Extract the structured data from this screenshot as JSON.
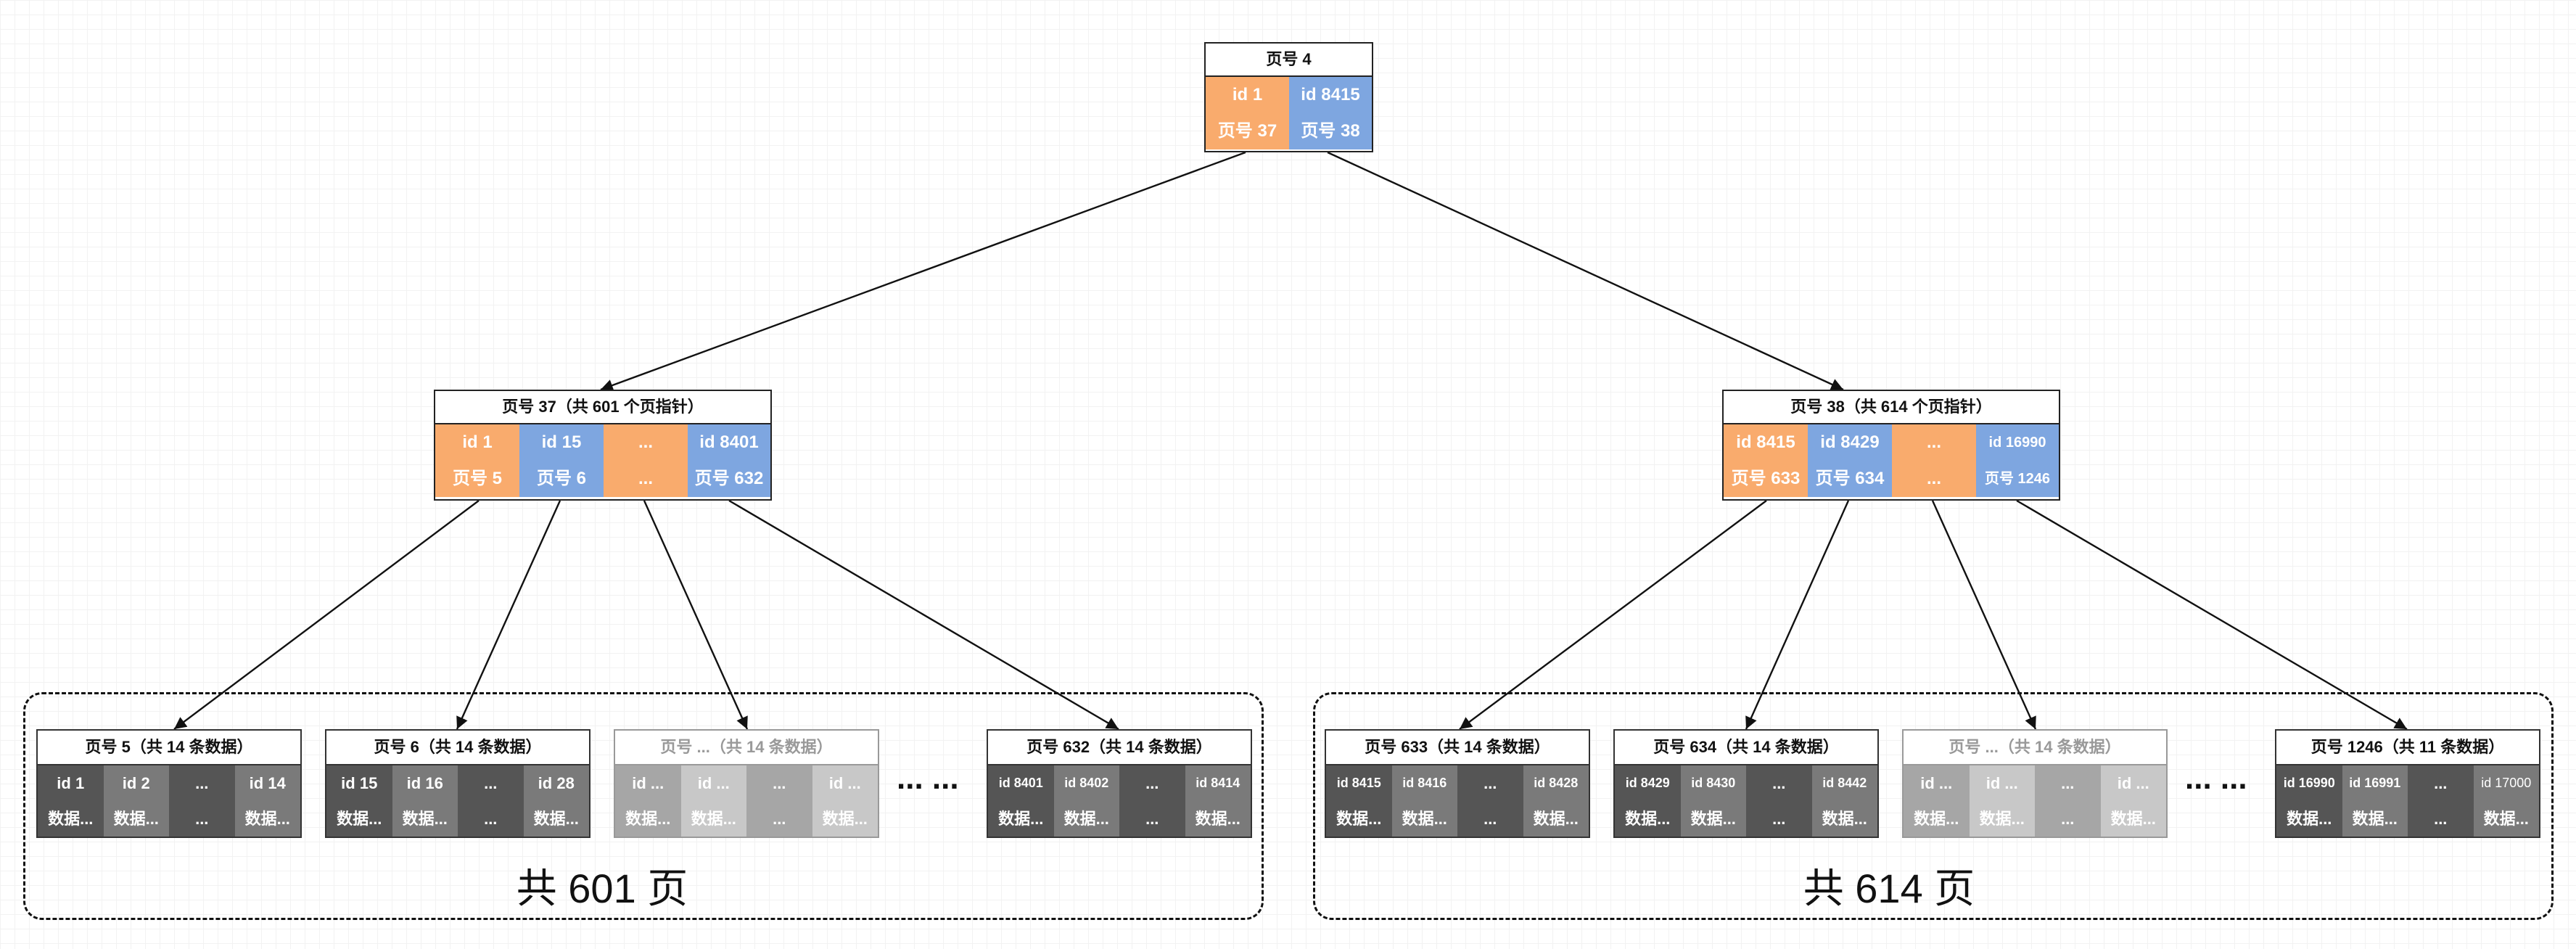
{
  "root": {
    "title": "页号 4",
    "entries": [
      {
        "id": "id 1",
        "page": "页号 37",
        "color": "#f9ab6d"
      },
      {
        "id": "id 8415",
        "page": "页号 38",
        "color": "#7ea6e0"
      }
    ]
  },
  "internal_left": {
    "title": "页号 37（共 601 个页指针）",
    "entries": [
      {
        "id": "id 1",
        "page": "页号 5"
      },
      {
        "id": "id 15",
        "page": "页号 6"
      },
      {
        "id": "...",
        "page": "..."
      },
      {
        "id": "id 8401",
        "page": "页号 632"
      }
    ]
  },
  "internal_right": {
    "title": "页号 38（共 614 个页指针）",
    "entries": [
      {
        "id": "id 8415",
        "page": "页号 633"
      },
      {
        "id": "id 8429",
        "page": "页号 634"
      },
      {
        "id": "...",
        "page": "..."
      },
      {
        "id": "id 16990",
        "page": "页号 1246"
      }
    ]
  },
  "left_group": {
    "caption": "共 601 页",
    "leaves": [
      {
        "title": "页号 5（共 14 条数据）",
        "ids": [
          "id 1",
          "id 2",
          "...",
          "id 14"
        ],
        "data": [
          "数据...",
          "数据...",
          "...",
          "数据..."
        ]
      },
      {
        "title": "页号 6（共 14 条数据）",
        "ids": [
          "id 15",
          "id 16",
          "...",
          "id 28"
        ],
        "data": [
          "数据...",
          "数据...",
          "...",
          "数据..."
        ]
      },
      {
        "title": "页号 ...（共 14 条数据）",
        "ids": [
          "id ...",
          "id ...",
          "...",
          "id ..."
        ],
        "data": [
          "数据...",
          "数据...",
          "...",
          "数据..."
        ]
      },
      {
        "title": "页号 632（共 14 条数据）",
        "ids": [
          "id 8401",
          "id 8402",
          "...",
          "id 8414"
        ],
        "data": [
          "数据...",
          "数据...",
          "...",
          "数据..."
        ]
      }
    ],
    "ellipsis": "... ..."
  },
  "right_group": {
    "caption": "共 614 页",
    "leaves": [
      {
        "title": "页号 633（共 14 条数据）",
        "ids": [
          "id 8415",
          "id 8416",
          "...",
          "id 8428"
        ],
        "data": [
          "数据...",
          "数据...",
          "...",
          "数据..."
        ]
      },
      {
        "title": "页号 634（共 14 条数据）",
        "ids": [
          "id 8429",
          "id 8430",
          "...",
          "id 8442"
        ],
        "data": [
          "数据...",
          "数据...",
          "...",
          "数据..."
        ]
      },
      {
        "title": "页号 ...（共 14 条数据）",
        "ids": [
          "id ...",
          "id ...",
          "...",
          "id ..."
        ],
        "data": [
          "数据...",
          "数据...",
          "...",
          "数据..."
        ]
      },
      {
        "title": "页号 1246（共 11 条数据）",
        "ids": [
          "id 16990",
          "id 16991",
          "...",
          "id 17000"
        ],
        "data": [
          "数据...",
          "数据...",
          "...",
          "数据..."
        ]
      }
    ],
    "ellipsis": "... ..."
  }
}
